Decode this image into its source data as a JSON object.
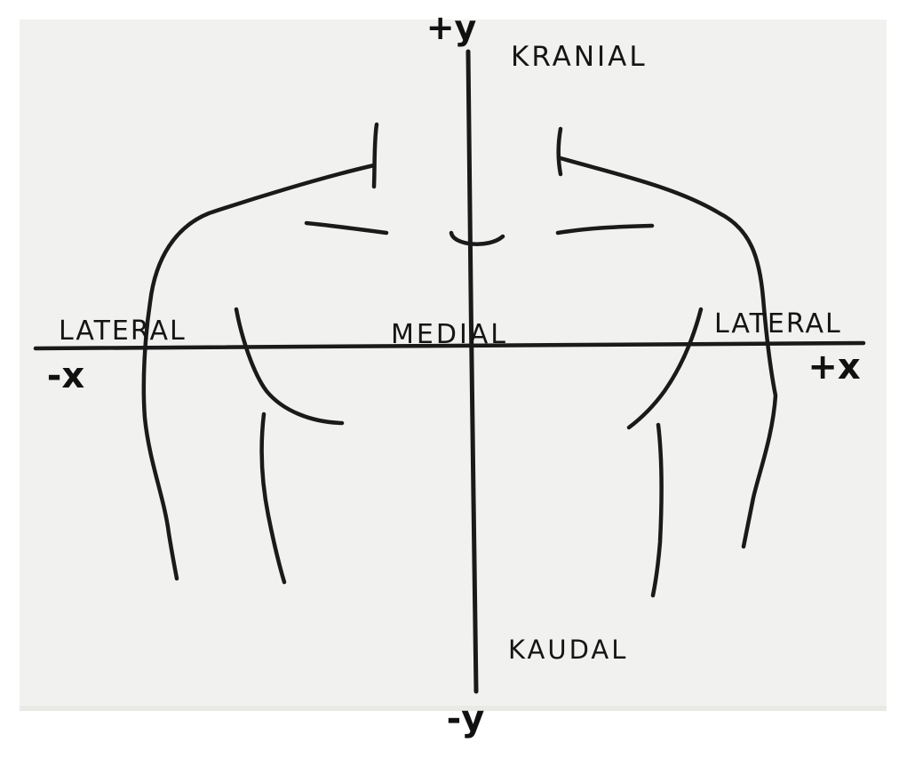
{
  "colors": {
    "paper": "#f1f1ef",
    "ink": "#1a1a1a",
    "background": "#ffffff"
  },
  "axes": {
    "y_positive": "+y",
    "y_negative": "-y",
    "x_positive": "+x",
    "x_negative": "-x"
  },
  "labels": {
    "top": "KRANIAL",
    "bottom": "KAUDAL",
    "center": "MEDIAL",
    "left": "LATERAL",
    "right": "LATERAL"
  }
}
